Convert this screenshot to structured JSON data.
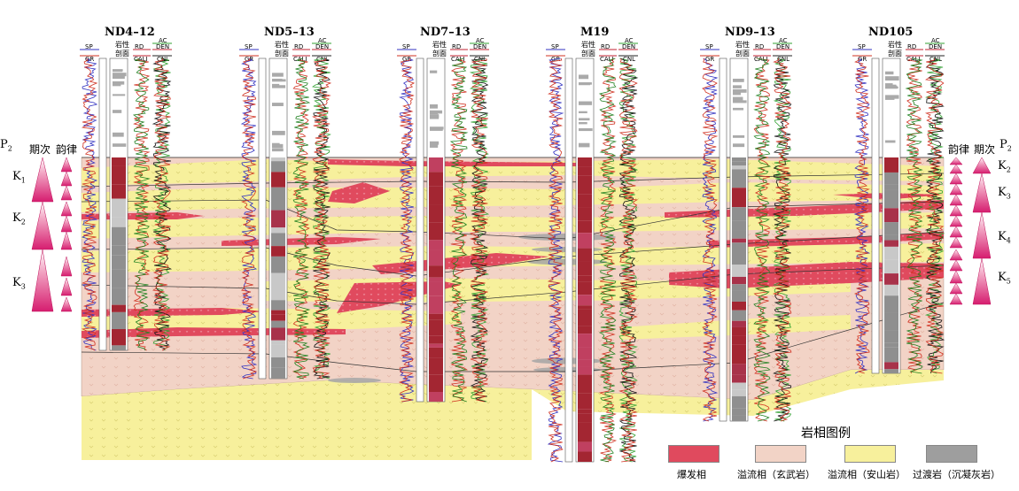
{
  "wells": [
    {
      "name": "ND4–12",
      "curves_left": [
        "SP",
        "GR"
      ],
      "lith": "岩性\n剖面",
      "curves_right": [
        "RD",
        "CALI",
        "AC",
        "DEN",
        "CNL"
      ]
    },
    {
      "name": "ND5–13",
      "curves_left": [
        "SP",
        "GR"
      ],
      "lith": "岩性\n剖面",
      "curves_right": [
        "RD",
        "CALI",
        "AC",
        "DEN",
        "CNL"
      ]
    },
    {
      "name": "ND7–13",
      "curves_left": [
        "SP",
        "GR"
      ],
      "lith": "岩性\n剖面",
      "curves_right": [
        "RD",
        "CALI",
        "AC",
        "DEN",
        "CNL"
      ]
    },
    {
      "name": "M19",
      "curves_left": [
        "SP",
        "GR"
      ],
      "lith": "岩性\n剖面",
      "curves_right": [
        "RD",
        "CALI",
        "AC",
        "DEN",
        "CNL"
      ]
    },
    {
      "name": "ND9–13",
      "curves_left": [
        "SP",
        "GR"
      ],
      "lith": "岩性\n剖面",
      "curves_right": [
        "RD",
        "CALI",
        "AC",
        "DEN",
        "CNL"
      ]
    },
    {
      "name": "ND105",
      "curves_left": [
        "SP",
        "GR"
      ],
      "lith": "岩性\n剖面",
      "curves_right": [
        "RD",
        "CALI",
        "AC",
        "DEN",
        "CNL"
      ]
    }
  ],
  "left_strat": {
    "header": {
      "period": "期次",
      "rhythm": "韵律"
    },
    "top_unit": "P",
    "top_sub": "2",
    "units": [
      {
        "main": "K",
        "sub": "1"
      },
      {
        "main": "K",
        "sub": "2"
      },
      {
        "main": "K",
        "sub": "3"
      }
    ]
  },
  "right_strat": {
    "header": {
      "rhythm": "韵律",
      "period": "期次"
    },
    "top_unit": "P",
    "top_sub": "2",
    "units": [
      {
        "main": "K",
        "sub": "2"
      },
      {
        "main": "K",
        "sub": "3"
      },
      {
        "main": "K",
        "sub": "4"
      },
      {
        "main": "K",
        "sub": "5"
      }
    ]
  },
  "legend": {
    "title": "岩相图例",
    "items": [
      {
        "label": "爆发相",
        "color": "#e04a5e"
      },
      {
        "label": "溢流相（玄武岩）",
        "color": "#f2d3c6"
      },
      {
        "label": "溢流相（安山岩）",
        "color": "#f7f09c"
      },
      {
        "label": "过渡岩（沉凝灰岩）",
        "color": "#9e9e9e"
      }
    ]
  },
  "colors": {
    "basalt": "#f2d3c6",
    "andesite": "#f7f09c",
    "explosive": "#e04a5e",
    "tuff": "#a6a6a6",
    "triangle": "#e0307a",
    "lith_dark": "#a32632",
    "lith_gray": "#8f8f8f"
  }
}
